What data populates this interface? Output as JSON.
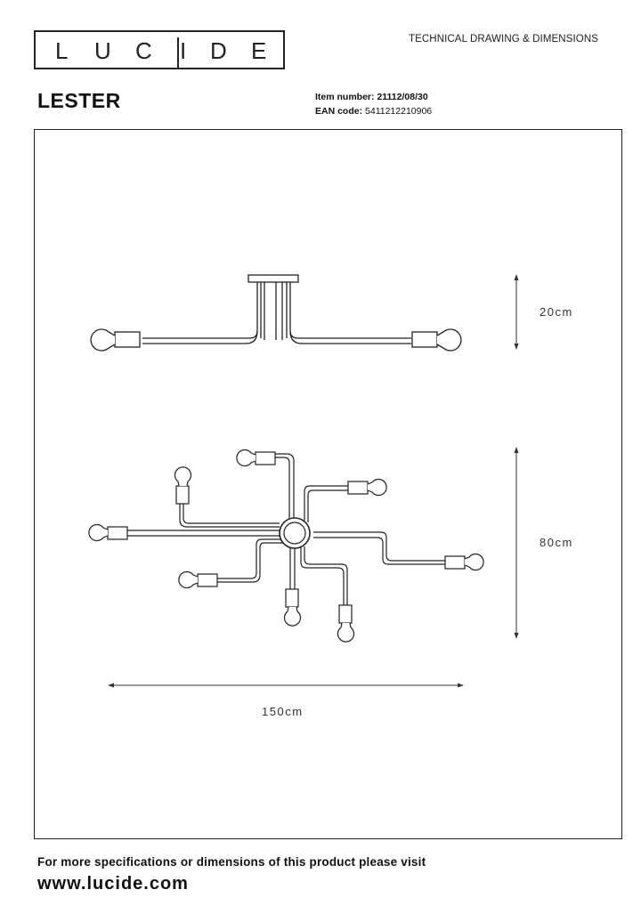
{
  "brand": {
    "letters": [
      "L",
      "U",
      "C",
      "I",
      "D",
      "E"
    ]
  },
  "header": {
    "doc_type": "TECHNICAL DRAWING & DIMENSIONS"
  },
  "product": {
    "name": "LESTER",
    "item_number_label": "Item number:",
    "item_number_value": "21112/08/30",
    "ean_label": "EAN code:",
    "ean_value": "5411212210906"
  },
  "dimensions": {
    "height": "20cm",
    "depth": "80cm",
    "width": "150cm"
  },
  "footer": {
    "note": "For more specifications or dimensions of this product please visit",
    "url": "www.lucide.com"
  }
}
